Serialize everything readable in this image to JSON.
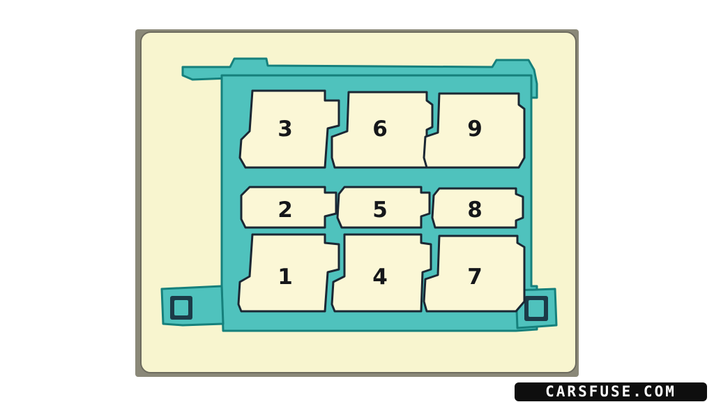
{
  "diagram": {
    "colors": {
      "background_panel": "#f8f5cf",
      "panel_outer": "#7e7c6d",
      "frame": "#4fc2bd",
      "frame_outline": "#16807c",
      "slot_fill": "#fbf7d6",
      "slot_outline": "#1b2733",
      "label": "#15171a"
    },
    "slots": [
      {
        "id": "slot-1",
        "label": "1"
      },
      {
        "id": "slot-2",
        "label": "2"
      },
      {
        "id": "slot-3",
        "label": "3"
      },
      {
        "id": "slot-4",
        "label": "4"
      },
      {
        "id": "slot-5",
        "label": "5"
      },
      {
        "id": "slot-6",
        "label": "6"
      },
      {
        "id": "slot-7",
        "label": "7"
      },
      {
        "id": "slot-8",
        "label": "8"
      },
      {
        "id": "slot-9",
        "label": "9"
      }
    ]
  },
  "watermark": {
    "text": "CARSFUSE.COM"
  }
}
